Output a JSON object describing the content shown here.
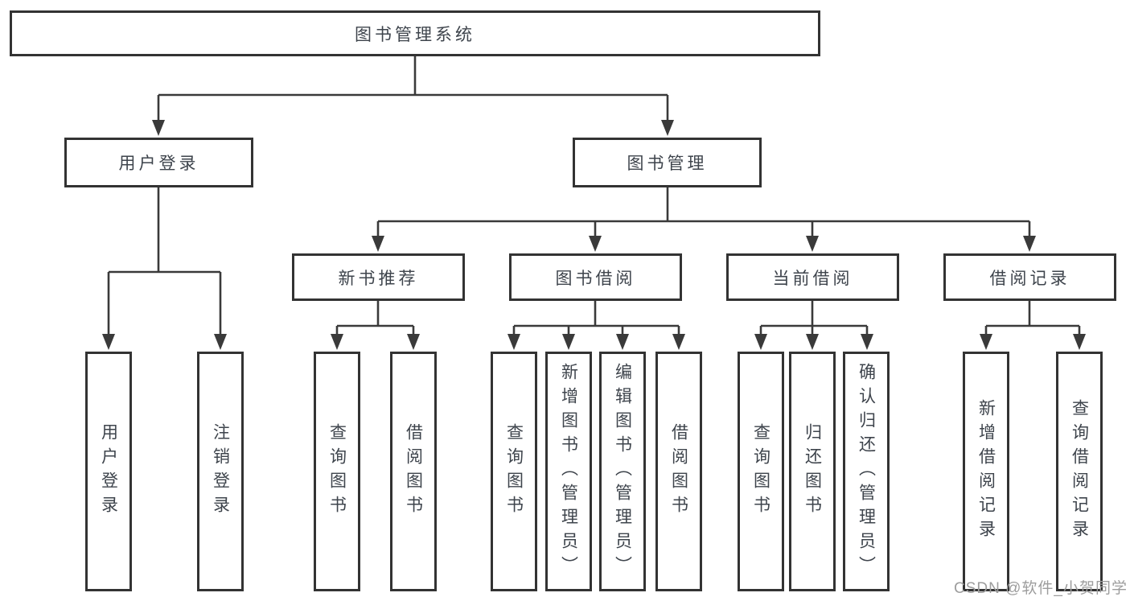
{
  "diagram": {
    "root": {
      "label": "图书管理系统"
    },
    "level2": [
      {
        "label": "用户登录"
      },
      {
        "label": "图书管理"
      }
    ],
    "level3": [
      {
        "label": "新书推荐"
      },
      {
        "label": "图书借阅"
      },
      {
        "label": "当前借阅"
      },
      {
        "label": "借阅记录"
      }
    ],
    "leaves": [
      {
        "label": "用户登录"
      },
      {
        "label": "注销登录"
      },
      {
        "label": "查询图书"
      },
      {
        "label": "借阅图书"
      },
      {
        "label": "查询图书"
      },
      {
        "label": "新增图书（管理员）"
      },
      {
        "label": "编辑图书（管理员）"
      },
      {
        "label": "借阅图书"
      },
      {
        "label": "查询图书"
      },
      {
        "label": "归还图书"
      },
      {
        "label": "确认归还（管理员）"
      },
      {
        "label": "新增借阅记录"
      },
      {
        "label": "查询借阅记录"
      }
    ],
    "colors": {
      "box_border": "#333333",
      "line": "#3a3a3a",
      "text": "#3e444c",
      "watermark": "#9d9d9d",
      "background": "#ffffff"
    }
  },
  "watermark": {
    "text": "CSDN @软件_小贺同学"
  }
}
